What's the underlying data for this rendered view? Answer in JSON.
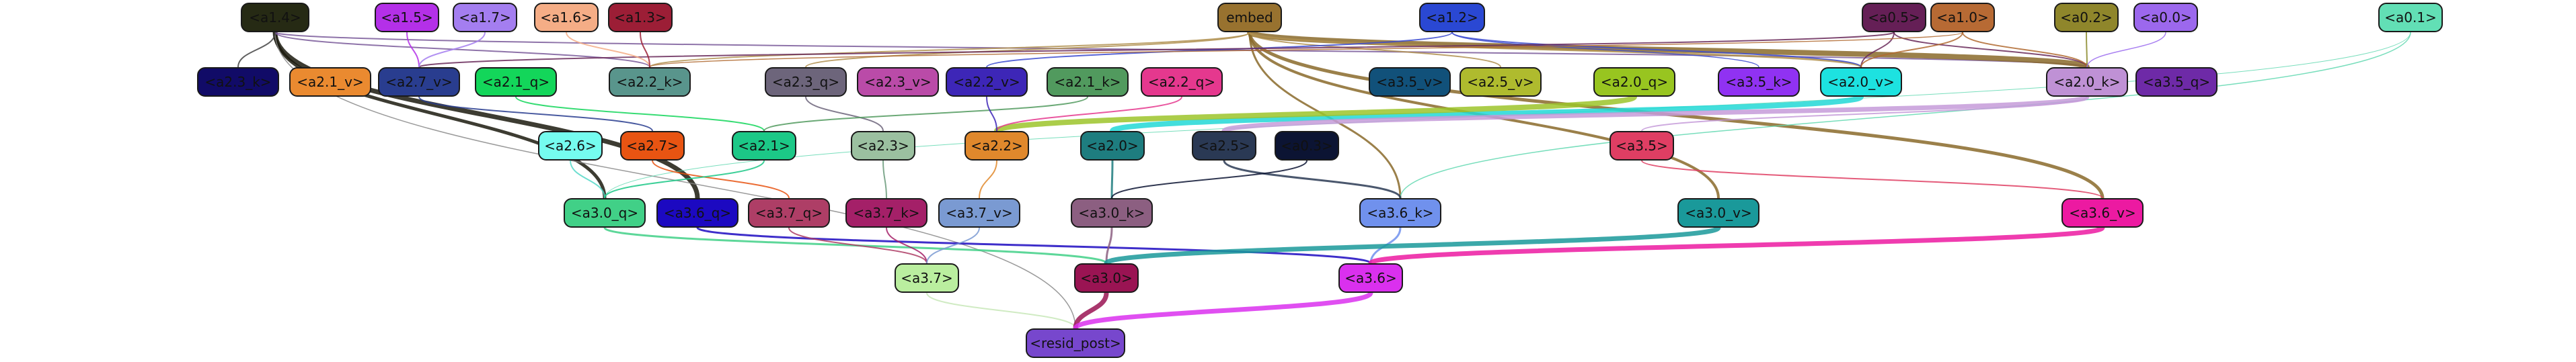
{
  "nodes": {
    "a1_4": {
      "label": "<a1.4>",
      "color": "#262a14"
    },
    "a1_5": {
      "label": "<a1.5>",
      "color": "#b430e8"
    },
    "a1_7": {
      "label": "<a1.7>",
      "color": "#a47ef0"
    },
    "a1_6": {
      "label": "<a1.6>",
      "color": "#f5ad86"
    },
    "a1_3": {
      "label": "<a1.3>",
      "color": "#9c1e36"
    },
    "embed": {
      "label": "embed",
      "color": "#98722f"
    },
    "a1_2": {
      "label": "<a1.2>",
      "color": "#2a48d3"
    },
    "a0_5": {
      "label": "<a0.5>",
      "color": "#651f56"
    },
    "a1_0": {
      "label": "<a1.0>",
      "color": "#b76a34"
    },
    "a0_2": {
      "label": "<a0.2>",
      "color": "#8f862b"
    },
    "a0_0": {
      "label": "<a0.0>",
      "color": "#9c68ed"
    },
    "a0_1": {
      "label": "<a0.1>",
      "color": "#62dfb5"
    },
    "a2_3_k": {
      "label": "<a2.3_k>",
      "color": "#110b67"
    },
    "a2_1_v": {
      "label": "<a2.1_v>",
      "color": "#ea8a30"
    },
    "a2_7_v": {
      "label": "<a2.7_v>",
      "color": "#293d8f"
    },
    "a2_1_q": {
      "label": "<a2.1_q>",
      "color": "#13d65a"
    },
    "a2_2_k": {
      "label": "<a2.2_k>",
      "color": "#59958c"
    },
    "a2_3_q": {
      "label": "<a2.3_q>",
      "color": "#6d657b"
    },
    "a2_3_v": {
      "label": "<a2.3_v>",
      "color": "#ba4ba8"
    },
    "a2_2_v": {
      "label": "<a2.2_v>",
      "color": "#3d26b7"
    },
    "a2_1_k": {
      "label": "<a2.1_k>",
      "color": "#519a5e"
    },
    "a2_2_q": {
      "label": "<a2.2_q>",
      "color": "#e5388e"
    },
    "a3_5_v": {
      "label": "<a3.5_v>",
      "color": "#11517a"
    },
    "a2_5_v": {
      "label": "<a2.5_v>",
      "color": "#afbb2e"
    },
    "a2_0_q": {
      "label": "<a2.0_q>",
      "color": "#98c520"
    },
    "a3_5_k": {
      "label": "<a3.5_k>",
      "color": "#9032f2"
    },
    "a2_0_v": {
      "label": "<a2.0_v>",
      "color": "#1de2e0"
    },
    "a2_0_k": {
      "label": "<a2.0_k>",
      "color": "#bf91d5"
    },
    "a3_5_q": {
      "label": "<a3.5_q>",
      "color": "#6e2aa7"
    },
    "a2_6": {
      "label": "<a2.6>",
      "color": "#75fcef"
    },
    "a2_7": {
      "label": "<a2.7>",
      "color": "#e85412"
    },
    "a2_1": {
      "label": "<a2.1>",
      "color": "#1cc887"
    },
    "a2_3": {
      "label": "<a2.3>",
      "color": "#9bc0a0"
    },
    "a2_2": {
      "label": "<a2.2>",
      "color": "#e0882c"
    },
    "a2_0": {
      "label": "<a2.0>",
      "color": "#1e7d7f"
    },
    "a2_5": {
      "label": "<a2.5>",
      "color": "#2a3954"
    },
    "a0_3": {
      "label": "<a0.3>",
      "color": "#0c1433"
    },
    "a3_5": {
      "label": "<a3.5>",
      "color": "#df3e63"
    },
    "a3_0_q": {
      "label": "<a3.0_q>",
      "color": "#41d087"
    },
    "a3_6_q": {
      "label": "<a3.6_q>",
      "color": "#1c09c1"
    },
    "a3_7_q": {
      "label": "<a3.7_q>",
      "color": "#ae3e66"
    },
    "a3_7_k": {
      "label": "<a3.7_k>",
      "color": "#a42068"
    },
    "a3_7_v": {
      "label": "<a3.7_v>",
      "color": "#7a9ad2"
    },
    "a3_0_k": {
      "label": "<a3.0_k>",
      "color": "#8c5f81"
    },
    "a3_6_k": {
      "label": "<a3.6_k>",
      "color": "#7091ed"
    },
    "a3_0_v": {
      "label": "<a3.0_v>",
      "color": "#1a999a"
    },
    "a3_6_v": {
      "label": "<a3.6_v>",
      "color": "#ec1aa1"
    },
    "a3_7": {
      "label": "<a3.7>",
      "color": "#baee9f"
    },
    "a3_0": {
      "label": "<a3.0>",
      "color": "#9a1453"
    },
    "a3_6": {
      "label": "<a3.6>",
      "color": "#da30ee"
    },
    "resid_post": {
      "label": "<resid_post>",
      "color": "#7747cd"
    }
  }
}
